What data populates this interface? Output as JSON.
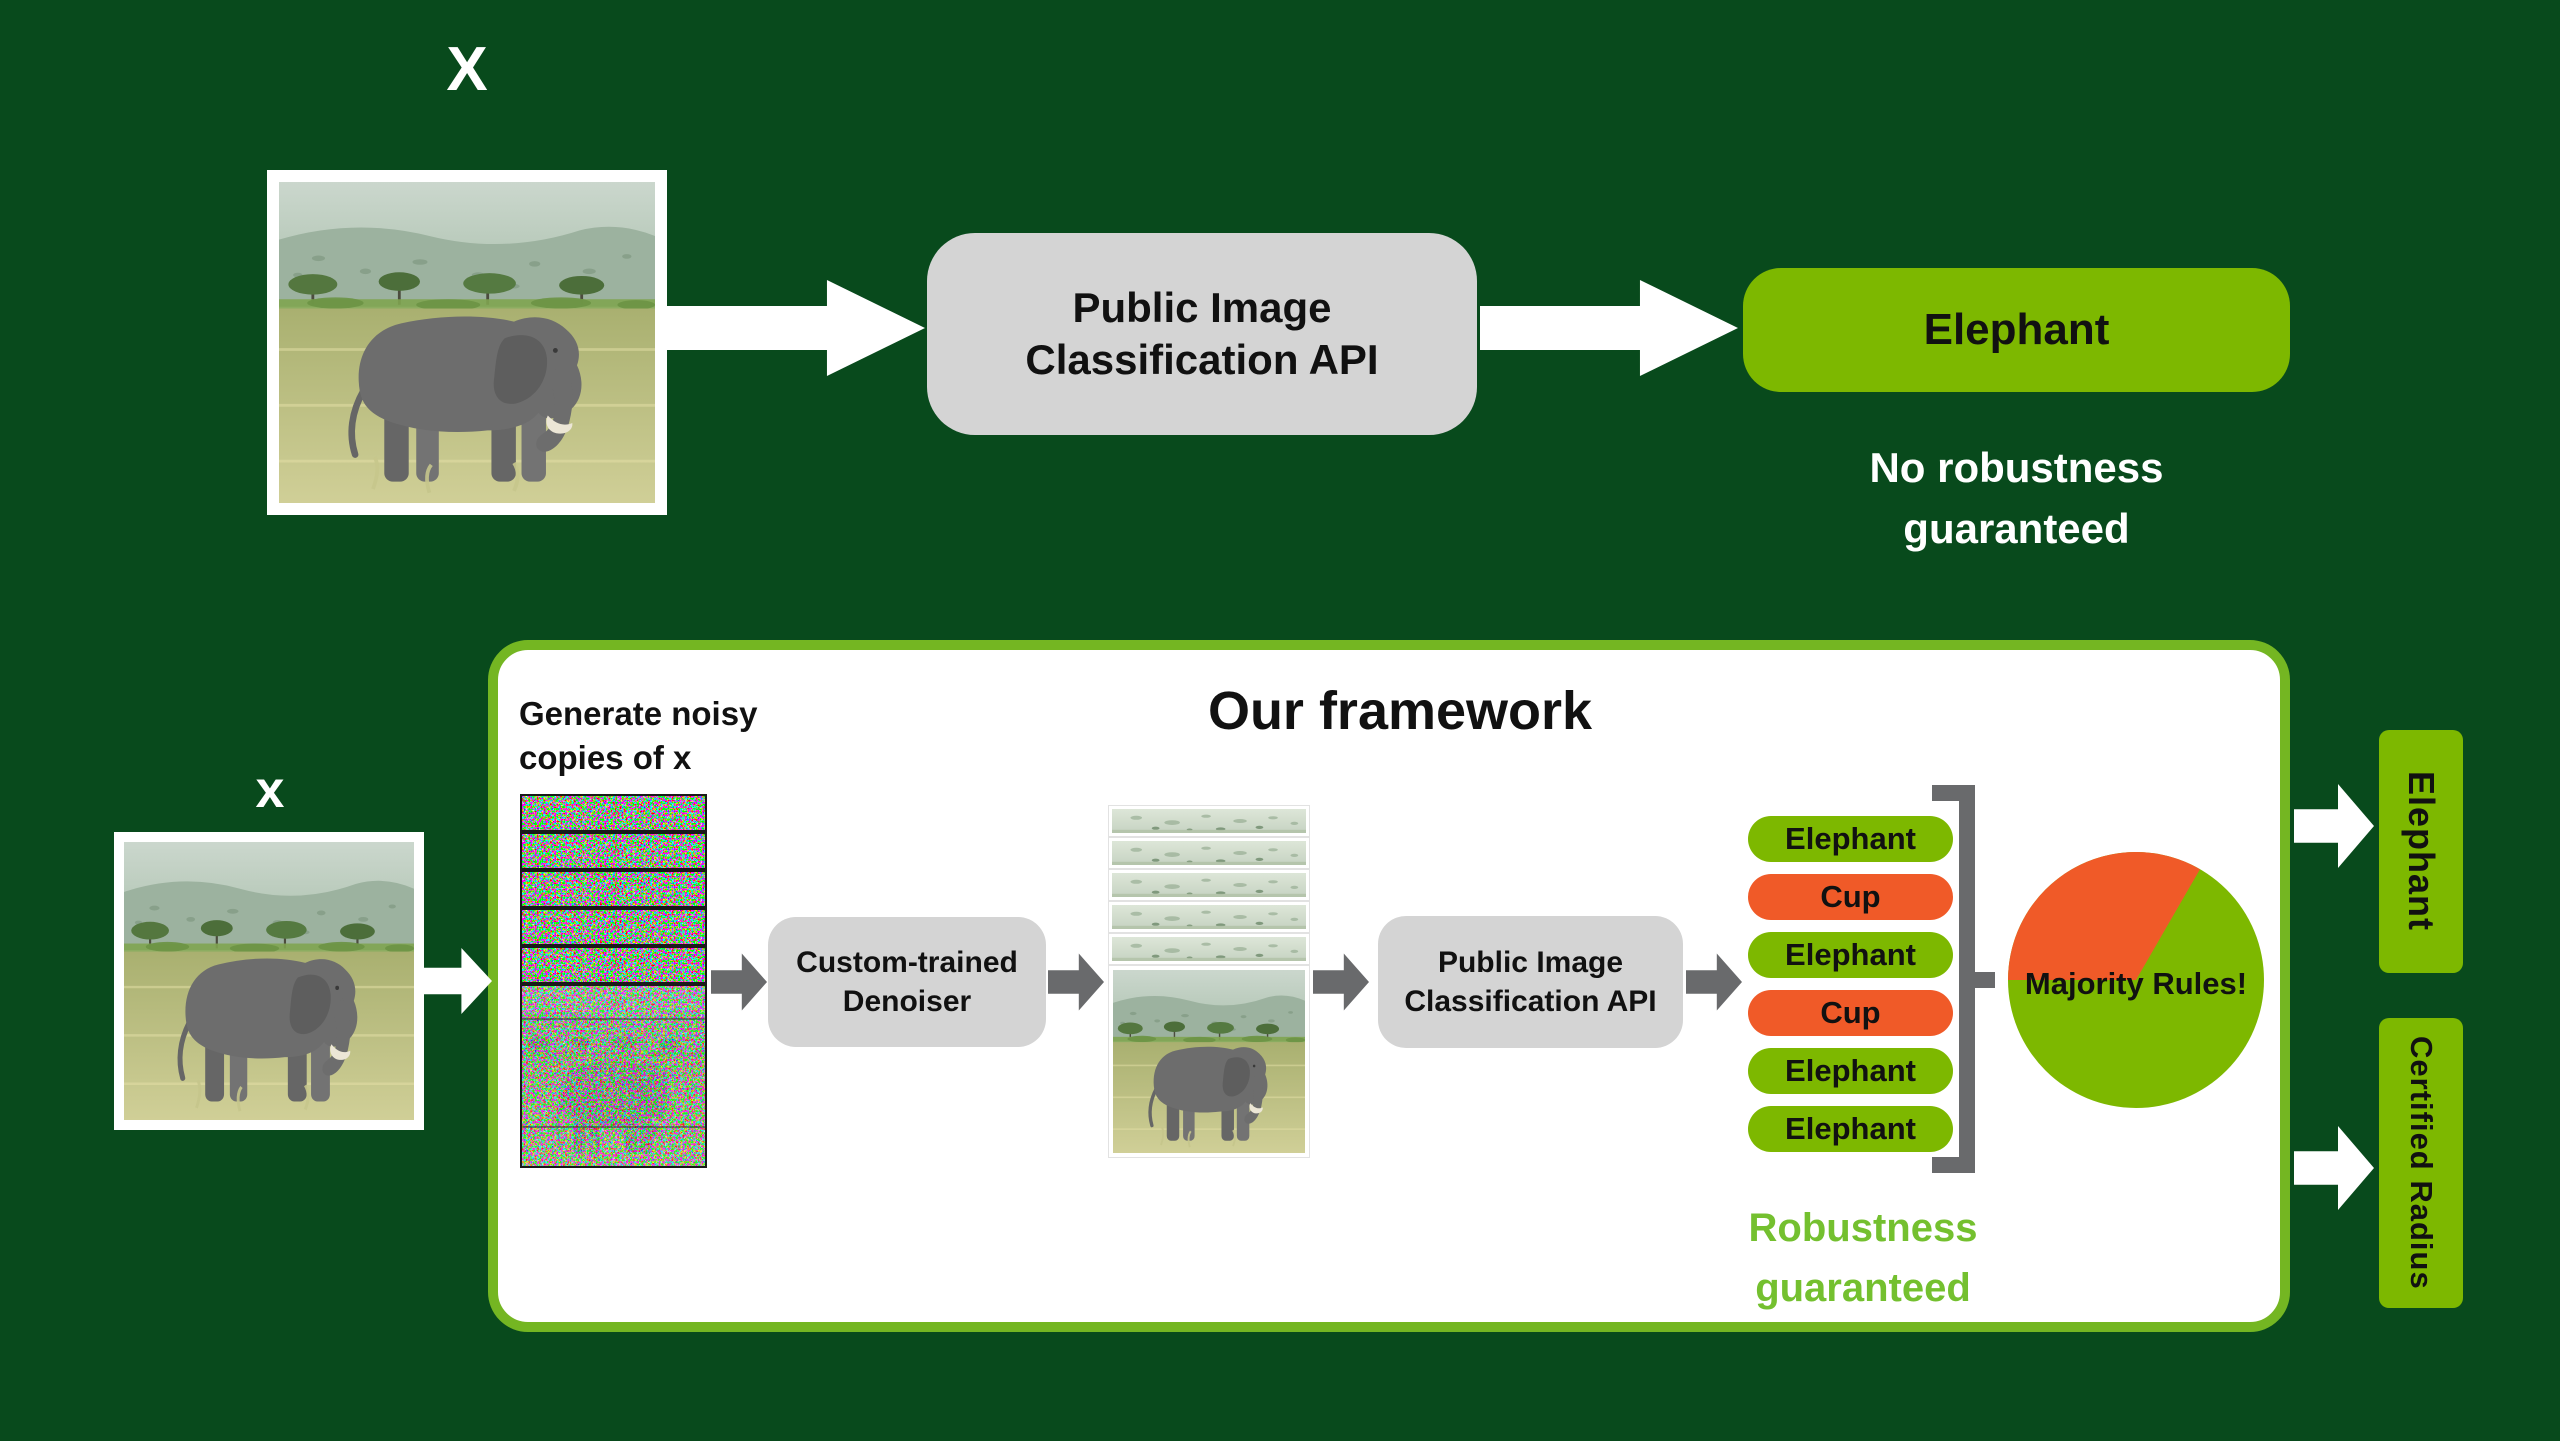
{
  "colors": {
    "background": "#084a1c",
    "accent_green": "#7db800",
    "accent_orange": "#f05a28",
    "box_gray": "#d4d4d4",
    "arrow_gray": "#696a6c",
    "frame_border_green": "#74b622",
    "caption_green": "#74c02f",
    "text_black": "#111111",
    "white": "#ffffff"
  },
  "icons": {
    "flow_arrow": "right-arrow-shape",
    "aggregation_bracket": "square-bracket-shape"
  },
  "images": {
    "clean_photo": "elephant-in-savanna-photo",
    "noisy_stack": "stack-of-noisy-copies-of-x",
    "denoised_stack": "stack-of-denoised-copies-of-x"
  },
  "top_flow": {
    "input_label": "X",
    "api_box_lines": [
      "Public Image",
      "Classification API"
    ],
    "result_label": "Elephant",
    "caption_lines": [
      "No robustness",
      "guaranteed"
    ]
  },
  "framework": {
    "title": "Our framework",
    "note_lines": [
      "Generate noisy",
      "copies of x"
    ],
    "input_label": "x",
    "denoiser_lines": [
      "Custom-trained",
      "Denoiser"
    ],
    "api_box_lines": [
      "Public Image",
      "Classification API"
    ],
    "predictions": [
      {
        "label": "Elephant",
        "color": "green"
      },
      {
        "label": "Cup",
        "color": "orange"
      },
      {
        "label": "Elephant",
        "color": "green"
      },
      {
        "label": "Cup",
        "color": "orange"
      },
      {
        "label": "Elephant",
        "color": "green"
      },
      {
        "label": "Elephant",
        "color": "green"
      }
    ],
    "pie_label": "Majority Rules!",
    "caption_lines": [
      "Robustness",
      "guaranteed"
    ]
  },
  "outputs": {
    "class_label": "Elephant",
    "radius_label": "Certified Radius"
  },
  "chart_data": {
    "type": "pie",
    "title": "Majority Rules!",
    "labels": [
      "Elephant",
      "Cup"
    ],
    "values": [
      4,
      2
    ],
    "colors": [
      "#7db800",
      "#f05a28"
    ],
    "legend": "none",
    "annotation": "green majority slice spans 240 degrees, orange slice 120 degrees (edges at 60 and 180 degrees)"
  }
}
